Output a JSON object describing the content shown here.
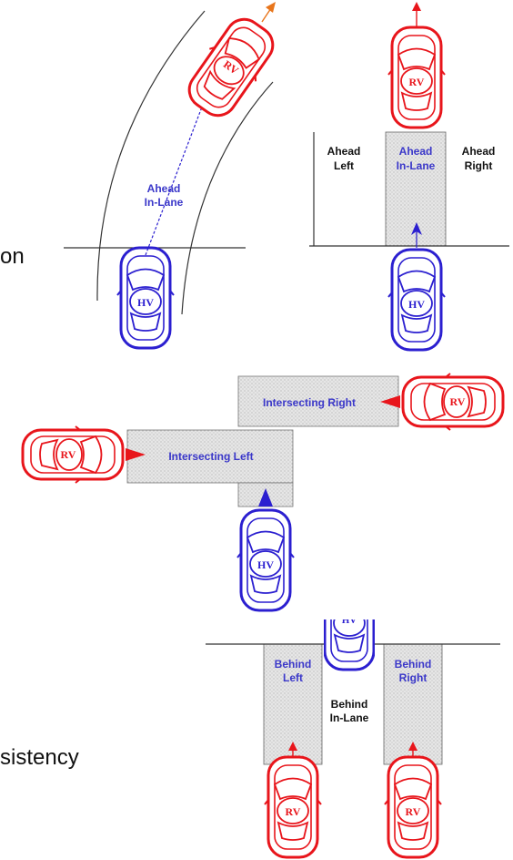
{
  "colors": {
    "rv": "#e8151b",
    "hv": "#2b1fd0",
    "zone_fill": "#dcdcdc",
    "zone_text": "#3a37c9",
    "ink": "#111111"
  },
  "fragments": {
    "top": "on",
    "bottom": "sistency"
  },
  "cars": {
    "rv_label": "RV",
    "hv_label": "HV"
  },
  "panel_curve": {
    "zone_label_line1": "Ahead",
    "zone_label_line2": "In-Lane"
  },
  "panel_ahead": {
    "left_line1": "Ahead",
    "left_line2": "Left",
    "inlane_line1": "Ahead",
    "inlane_line2": "In-Lane",
    "right_line1": "Ahead",
    "right_line2": "Right"
  },
  "panel_intersect": {
    "right_label": "Intersecting Right",
    "left_label": "Intersecting Left"
  },
  "panel_behind": {
    "left_line1": "Behind",
    "left_line2": "Left",
    "inlane_line1": "Behind",
    "inlane_line2": "In-Lane",
    "right_line1": "Behind",
    "right_line2": "Right"
  }
}
